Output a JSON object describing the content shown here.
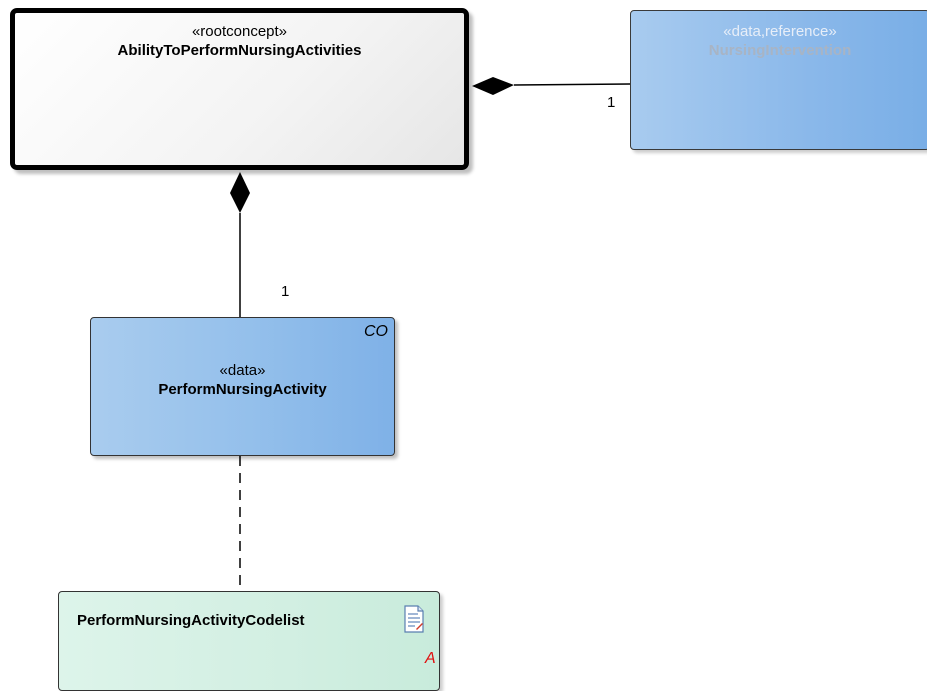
{
  "diagram": {
    "root": {
      "stereotype": "«rootconcept»",
      "name": "AbilityToPerformNursingActivities"
    },
    "reference": {
      "stereotype": "«data,reference»",
      "name": "NursingIntervention"
    },
    "data_class": {
      "stereotype": "«data»",
      "name": "PerformNursingActivity",
      "tag": "CO"
    },
    "codelist": {
      "name": "PerformNursingActivityCodelist",
      "tag": "A",
      "icon": "document-icon"
    },
    "associations": [
      {
        "type": "composition",
        "from": "AbilityToPerformNursingActivities",
        "to": "NursingIntervention",
        "multiplicity": "1"
      },
      {
        "type": "composition",
        "from": "AbilityToPerformNursingActivities",
        "to": "PerformNursingActivity",
        "multiplicity": "1"
      },
      {
        "type": "dependency",
        "from": "PerformNursingActivity",
        "to": "PerformNursingActivityCodelist"
      }
    ],
    "colors": {
      "class_blue": "#8ab8ea",
      "codelist_green": "#d2efe2",
      "abstract_red": "#e01010"
    }
  }
}
